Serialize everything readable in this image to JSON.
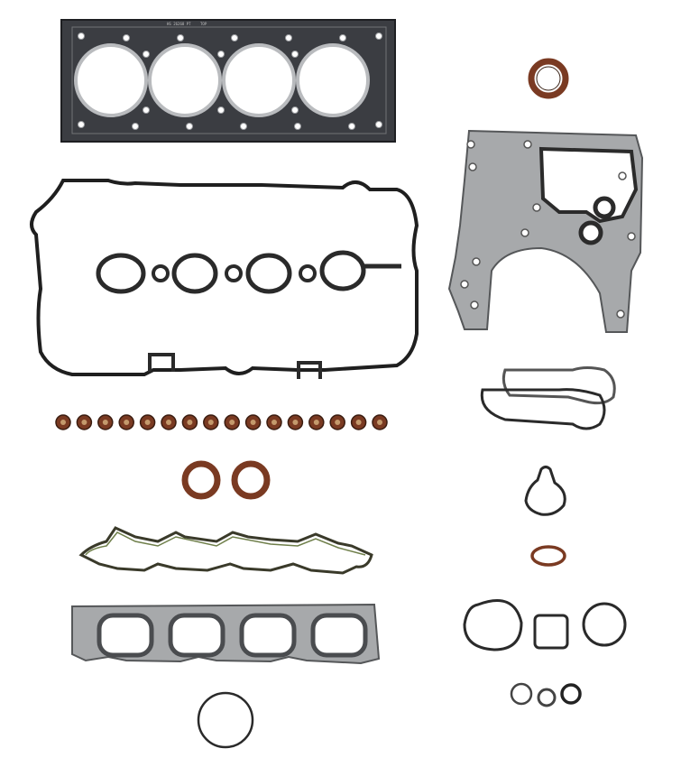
{
  "head_gasket": {
    "part_number": "HS 26268 PT",
    "marking": "TOP"
  },
  "colors": {
    "background": "#ffffff",
    "head_gasket": "#3b3d42",
    "steel_plate": "#a7a9ab",
    "steel_dark": "#6e7073",
    "rubber_black": "#2a2a2a",
    "seal_brown": "#7a3a22",
    "bead_green": "#6f7f4a"
  },
  "parts": {
    "cylinder_bores": 4,
    "valve_stem_seals": 16,
    "oil_seals_front": 2,
    "exhaust_ports": 4
  }
}
